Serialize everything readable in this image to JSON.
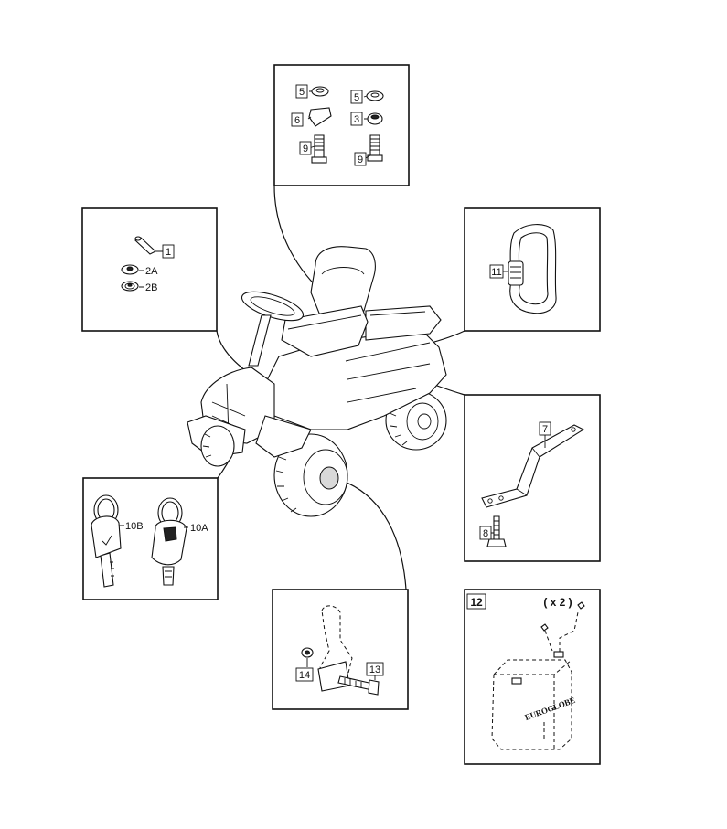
{
  "labels": {
    "p1": "1",
    "p2a": "2A",
    "p2b": "2B",
    "p3": "3",
    "p5a": "5",
    "p5b": "5",
    "p6": "6",
    "p7": "7",
    "p8": "8",
    "p9a": "9",
    "p9b": "9",
    "p10a": "10A",
    "p10b": "10B",
    "p11": "11",
    "p12": "12",
    "p13": "13",
    "p14": "14"
  },
  "battery": {
    "quantity": "( x 2 )",
    "brand": "EUROGLOBE"
  },
  "colors": {
    "line": "#111111",
    "background": "#ffffff"
  }
}
